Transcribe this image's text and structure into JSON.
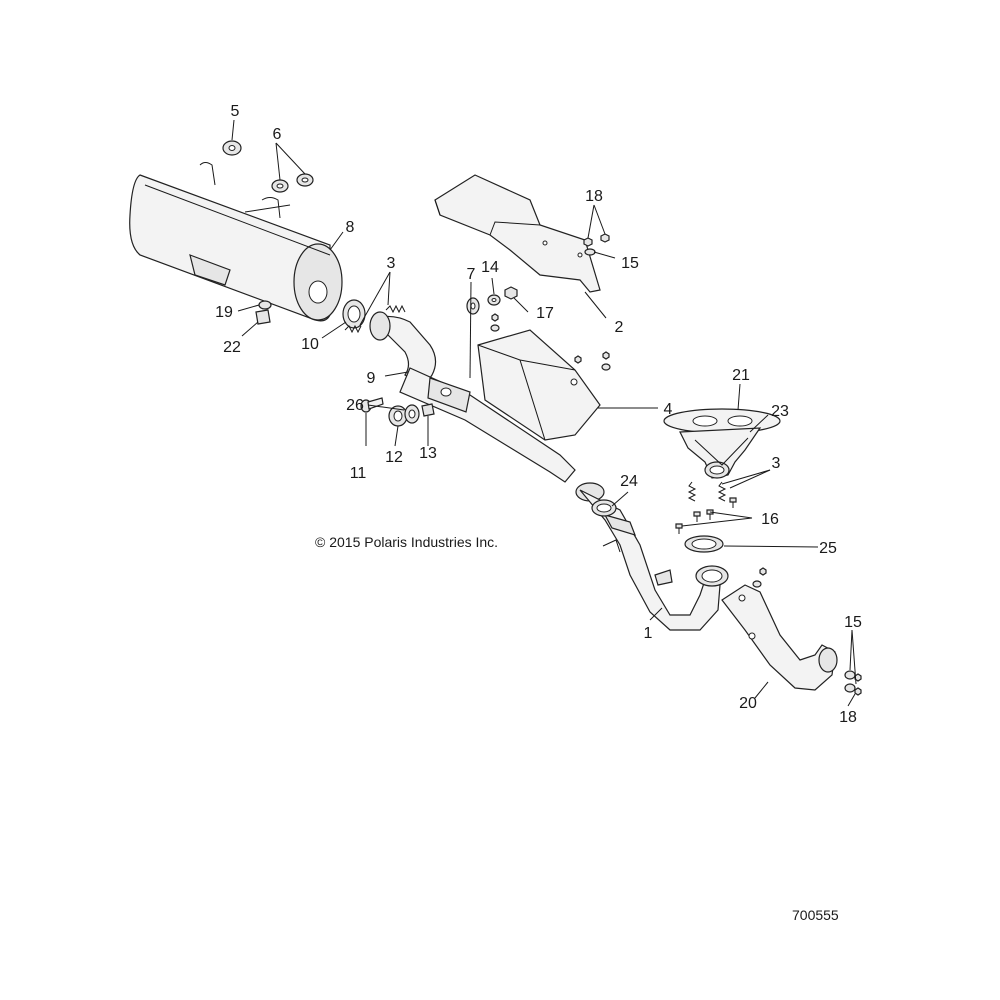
{
  "diagram": {
    "copyright": "© 2015 Polaris Industries Inc.",
    "drawing_number": "700555",
    "callouts": {
      "c1": "1",
      "c2": "2",
      "c3a": "3",
      "c3b": "3",
      "c4": "4",
      "c5": "5",
      "c6": "6",
      "c7": "7",
      "c8": "8",
      "c9": "9",
      "c10": "10",
      "c11": "11",
      "c12": "12",
      "c13": "13",
      "c14": "14",
      "c15a": "15",
      "c15b": "15",
      "c16": "16",
      "c17": "17",
      "c18a": "18",
      "c18b": "18",
      "c19": "19",
      "c20": "20",
      "c21": "21",
      "c22": "22",
      "c23": "23",
      "c24": "24",
      "c25": "25",
      "c26": "26"
    }
  }
}
